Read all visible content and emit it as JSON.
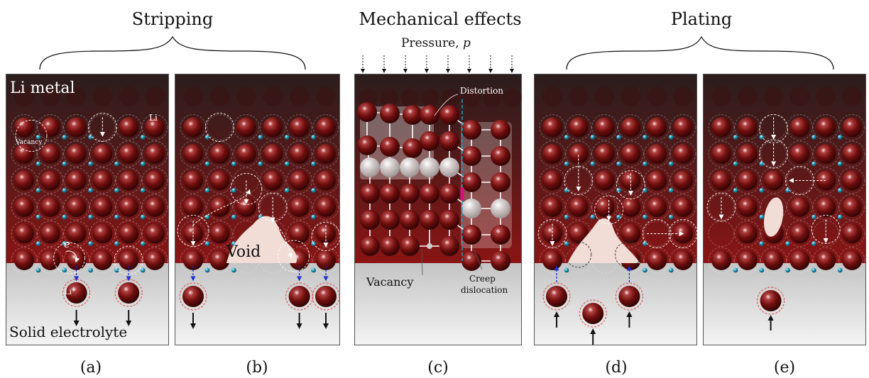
{
  "headings": {
    "stripping": "Stripping",
    "mechanical": "Mechanical effects",
    "plating": "Plating"
  },
  "pressure_label": "Pressure,",
  "pressure_symbol": "p",
  "panel_labels": [
    "(a)",
    "(b)",
    "(c)",
    "(d)",
    "(e)"
  ],
  "labels": {
    "li_metal": "Li metal",
    "solid_electrolyte": "Solid electrolyte",
    "li_atom": "Li",
    "vacancy_small": "Vacancy",
    "electron": "e",
    "li_ion": "Li",
    "li_ion_charge": "+",
    "void": "Void",
    "distortion": "Distortion",
    "vacancy": "Vacancy",
    "creep_line1": "Creep",
    "creep_line2": "dislocation"
  },
  "colors": {
    "metal_top": "#2b1d1d",
    "metal_bottom": "#8a1515",
    "electrolyte_top": "#c9c9c9",
    "electrolyte_bottom": "#f3f3f3",
    "atom_dark": "#5a0808",
    "atom_mid": "#8e1a1a",
    "electron": "#1e9ab8",
    "flux_arrow": "#1b2fd6",
    "void": "#f1dcd6",
    "dislocation_line": "#19a7c9",
    "marker": "#d4127a"
  }
}
